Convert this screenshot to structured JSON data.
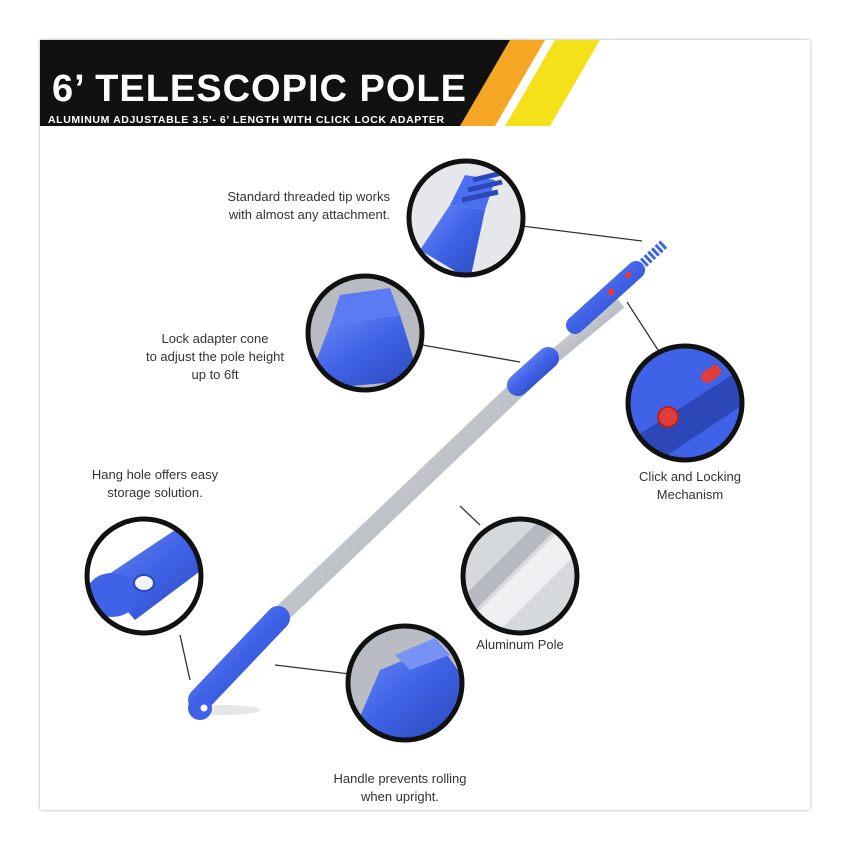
{
  "header": {
    "title": "6’ TELESCOPIC POLE",
    "subtitle": "ALUMINUM ADJUSTABLE 3.5’- 6’ LENGTH WITH CLICK LOCK ADAPTER"
  },
  "callouts": {
    "threaded_tip": {
      "line1": "Standard threaded tip works",
      "line2": "with almost any attachment."
    },
    "lock_cone": {
      "line1": "Lock adapter cone",
      "line2": "to adjust the pole height",
      "line3": "up to 6ft"
    },
    "click_lock": {
      "line1": "Click and Locking",
      "line2": "Mechanism"
    },
    "hang_hole": {
      "line1": "Hang hole offers easy",
      "line2": "storage solution."
    },
    "aluminum": {
      "line1": "Aluminum Pole"
    },
    "handle": {
      "line1": "Handle prevents rolling",
      "line2": "when upright."
    }
  },
  "colors": {
    "banner_black": "#111111",
    "stripe_orange": "#f5a623",
    "stripe_yellow": "#f4e11a",
    "plastic_blue": "#3f62e6",
    "aluminum": "#c9ccd0",
    "lock_red": "#e23b3b"
  }
}
